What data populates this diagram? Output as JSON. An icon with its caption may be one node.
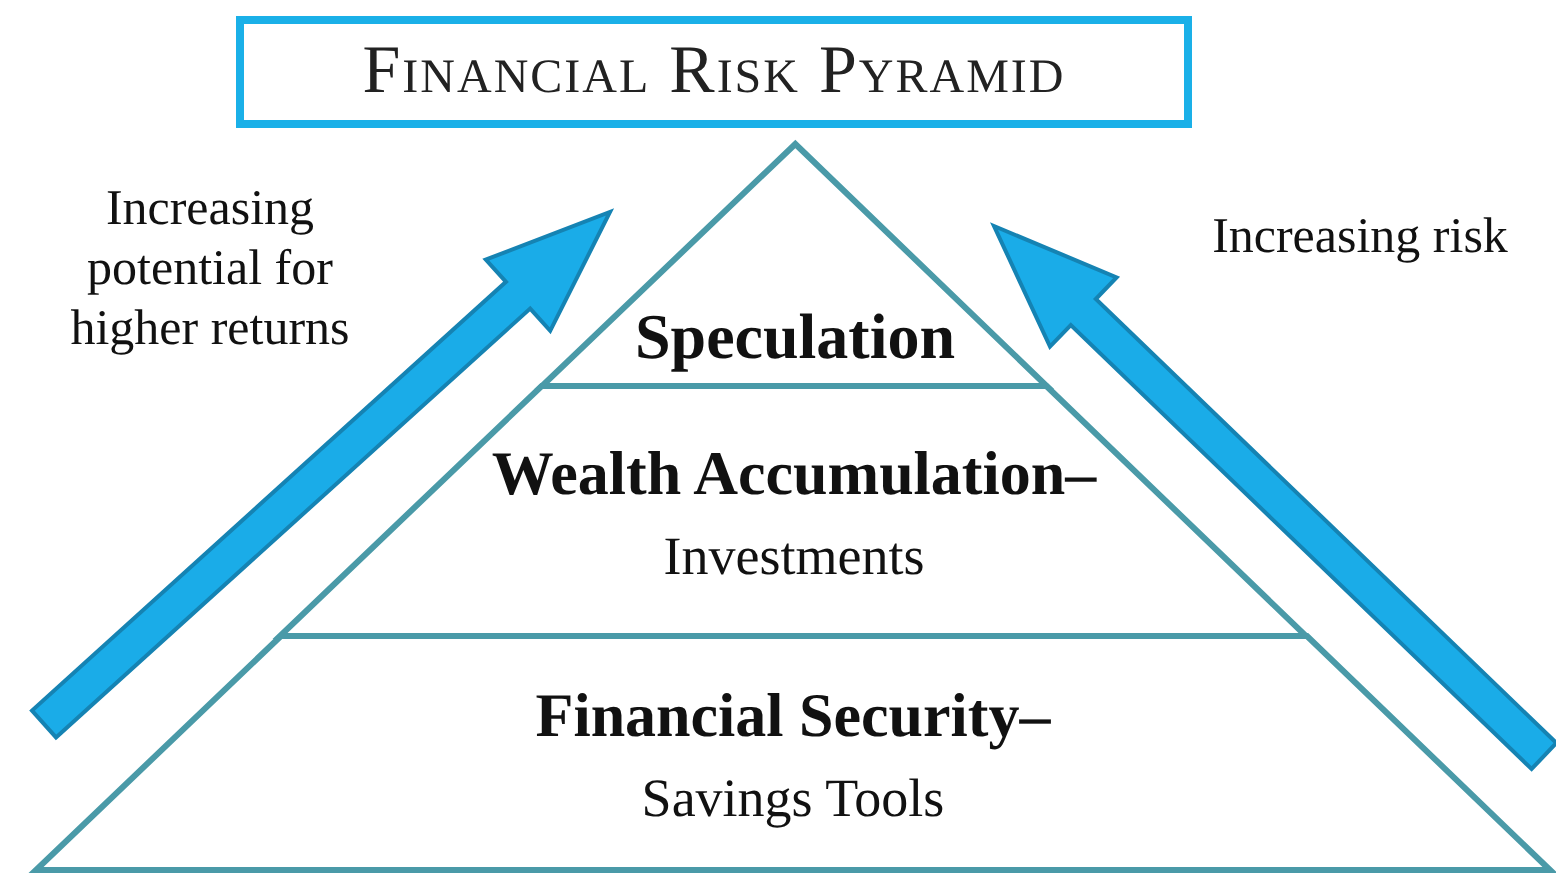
{
  "diagram": {
    "title": "Financial Risk Pyramid",
    "nodes": [
      {
        "text": [
          "Speculation"
        ]
      },
      {
        "text": [
          "Wealth Accumulation–",
          "Investments"
        ]
      },
      {
        "text": [
          "Financial Security–",
          "Savings Tools"
        ]
      }
    ],
    "edges": [],
    "labels": [
      "Increasing potential for higher returns",
      "Increasing risk"
    ]
  }
}
